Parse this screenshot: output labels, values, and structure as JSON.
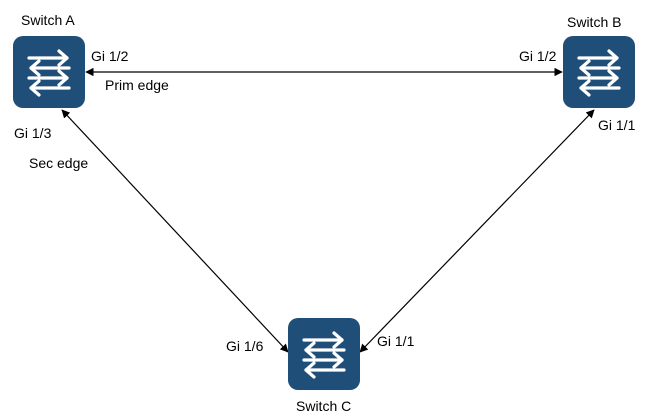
{
  "colors": {
    "switch_fill": "#1f4e79",
    "switch_arrows": "#ffffff",
    "link_stroke": "#000000",
    "background": "#ffffff"
  },
  "switches": {
    "a": {
      "name": "Switch A",
      "icon": "switch-icon"
    },
    "b": {
      "name": "Switch B",
      "icon": "switch-icon"
    },
    "c": {
      "name": "Switch C",
      "icon": "switch-icon"
    }
  },
  "links": {
    "a_b": {
      "label": "Prim edge",
      "port_a": "Gi 1/2",
      "port_b": "Gi 1/2"
    },
    "a_c": {
      "label": "Sec edge",
      "port_a": "Gi 1/3",
      "port_c": "Gi 1/6"
    },
    "b_c": {
      "port_b": "Gi 1/1",
      "port_c": "Gi 1/1"
    }
  }
}
